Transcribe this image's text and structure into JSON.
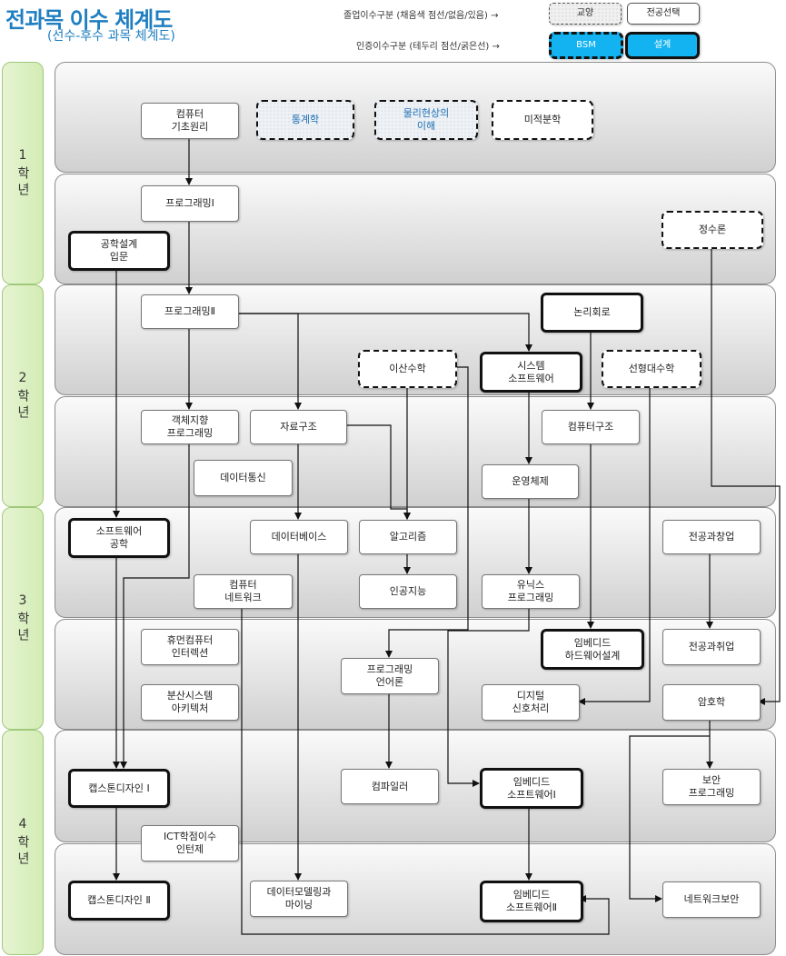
{
  "header": {
    "title": "전과목 이수 체계도",
    "subtitle": "(선수-후수 과목 체계도)"
  },
  "legend": {
    "row1_text": "졸업이수구분 (채움색 점선/없음/있음) →",
    "row2_text": "인증이수구분 (테두리 점선/굵은선) →",
    "gyoyang": "교양",
    "major_elective": "전공선택",
    "bsm": "BSM",
    "design": "설계"
  },
  "years": [
    "1학년",
    "2학년",
    "3학년",
    "4학년"
  ],
  "courses": {
    "computer_basics": "컴퓨터\n기초원리",
    "statistics": "통계학",
    "physics": "물리현상의\n이해",
    "calculus": "미적분학",
    "programming1": "프로그래밍Ⅰ",
    "intro_eng_design": "공학설계\n입문",
    "number_theory": "정수론",
    "programming2": "프로그래밍Ⅱ",
    "logic_circuit": "논리회로",
    "discrete_math": "이산수학",
    "system_software": "시스템\n소프트웨어",
    "linear_algebra": "선형대수학",
    "oop": "객체지향\n프로그래밍",
    "data_structure": "자료구조",
    "computer_architecture": "컴퓨터구조",
    "data_communication": "데이터통신",
    "operating_system": "운영체제",
    "software_engineering": "소프트웨어\n공학",
    "database": "데이터베이스",
    "algorithm": "알고리즘",
    "major_startup": "전공과창업",
    "computer_network": "컴퓨터\n네트워크",
    "ai": "인공지능",
    "unix_programming": "유닉스\n프로그래밍",
    "hci": "휴먼컴퓨터\n인터렉션",
    "embedded_hw": "임베디드\n하드웨어설계",
    "major_employment": "전공과취업",
    "programming_language": "프로그래밍\n언어론",
    "distributed_system": "분산시스템\n아키텍처",
    "digital_signal": "디지털\n신호처리",
    "cryptography": "암호학",
    "capstone1": "캡스톤디자인 Ⅰ",
    "compiler": "컴파일러",
    "embedded_sw1": "임베디드\n소프트웨어Ⅰ",
    "security_programming": "보안\n프로그래밍",
    "ict_internship": "ICT학점이수\n인턴제",
    "capstone2": "캡스톤디자인 Ⅱ",
    "data_mining": "데이터모델링과\n마이닝",
    "embedded_sw2": "임베디드\n소프트웨어Ⅱ",
    "network_security": "네트워크보안"
  }
}
